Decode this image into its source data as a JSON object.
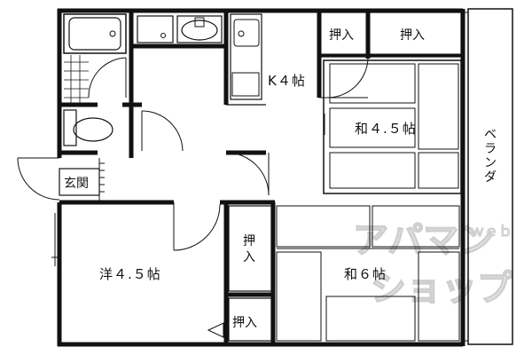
{
  "labels": {
    "kitchen": "K４帖",
    "washitsu_top": "和４.５帖",
    "washitsu_bottom": "和６帖",
    "youshitsu": "洋４.５帖",
    "genkan": "玄関",
    "oshiire_1": "押入",
    "oshiire_2": "押入",
    "oshiire_3": "押入",
    "oshiire_4": "押入",
    "veranda": "ベランダ"
  },
  "watermark": {
    "line1": "アパマン",
    "line2": "ショップ",
    "superscript": "ｗｅｂ"
  }
}
